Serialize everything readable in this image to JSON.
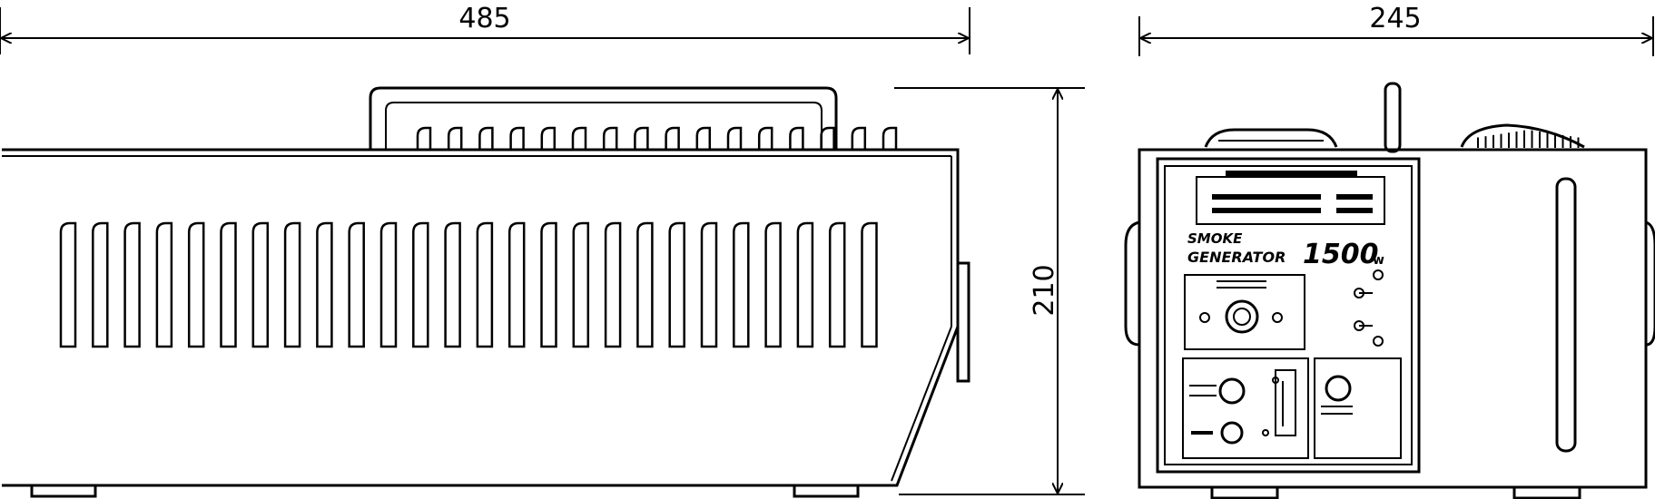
{
  "dimensions": {
    "length": "485",
    "height": "210",
    "depth": "245"
  },
  "panel": {
    "brand_line1": "SMOKE",
    "brand_line2": "GENERATOR",
    "model": "1500",
    "model_suffix": "w"
  },
  "colors": {
    "line": "#000000",
    "background": "#ffffff"
  }
}
